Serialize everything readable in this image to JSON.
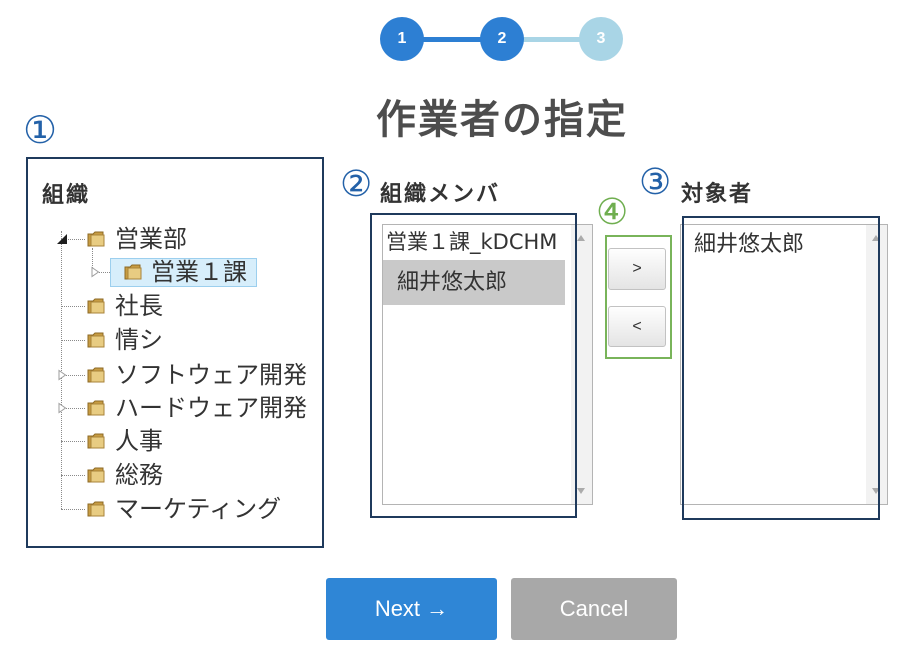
{
  "colors": {
    "step_active": "#2d7fd3",
    "step_inactive": "#a9d5e6",
    "annotation_blue": "#2361a8",
    "annotation_green": "#6fae4f",
    "callout_navy": "#1f3a5c",
    "callout_green": "#79b45a",
    "primary_button": "#2f86d6",
    "secondary_button": "#a8a8a8",
    "selected_tree_bg": "#d7eefb",
    "selected_option_bg": "#c9c9c9"
  },
  "icons": {
    "folder": "folder-icon",
    "expanded": "tree-expanded-icon",
    "collapsed": "tree-collapsed-icon",
    "scroll_up": "scroll-up-icon",
    "scroll_down": "scroll-down-icon"
  },
  "stepper": {
    "steps": [
      {
        "label": "1",
        "active": true
      },
      {
        "label": "2",
        "active": true
      },
      {
        "label": "3",
        "active": false
      }
    ]
  },
  "page_title": "作業者の指定",
  "annotations": {
    "org_tree": "①",
    "members": "②",
    "targets": "③",
    "transfer": "④"
  },
  "org_tree": {
    "label": "組織",
    "nodes": [
      {
        "label": "営業部",
        "expanded": true,
        "children": [
          {
            "label": "営業１課",
            "selected": true,
            "expanded": false
          }
        ]
      },
      {
        "label": "社長"
      },
      {
        "label": "情シ"
      },
      {
        "label": "ソフトウェア開発",
        "expanded": false
      },
      {
        "label": "ハードウェア開発",
        "expanded": false
      },
      {
        "label": "人事"
      },
      {
        "label": "総務"
      },
      {
        "label": "マーケティング"
      }
    ]
  },
  "members": {
    "label": "組織メンバ",
    "options": [
      {
        "text": "営業１課_kDCHM",
        "selected": false
      },
      {
        "text": "細井悠太郎",
        "selected": true
      }
    ]
  },
  "transfer": {
    "add_label": ">",
    "remove_label": "<"
  },
  "targets": {
    "label": "対象者",
    "options": [
      {
        "text": "細井悠太郎",
        "selected": false
      }
    ]
  },
  "footer": {
    "next_label": "Next →",
    "cancel_label": "Cancel"
  }
}
